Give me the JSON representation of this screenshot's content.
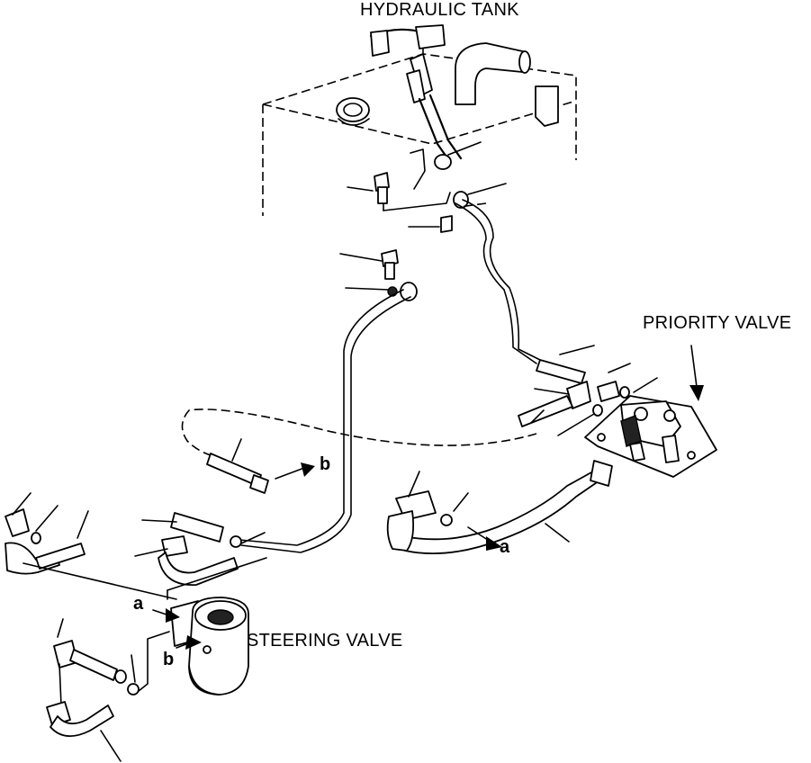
{
  "labels": {
    "hydraulic_tank": "HYDRAULIC TANK",
    "priority_valve": "PRIORITY VALVE",
    "steering_valve": "STEERING VALVE"
  },
  "refs": {
    "a_upper": "a",
    "a_lower": "a",
    "b_upper": "b",
    "b_lower": "b"
  }
}
